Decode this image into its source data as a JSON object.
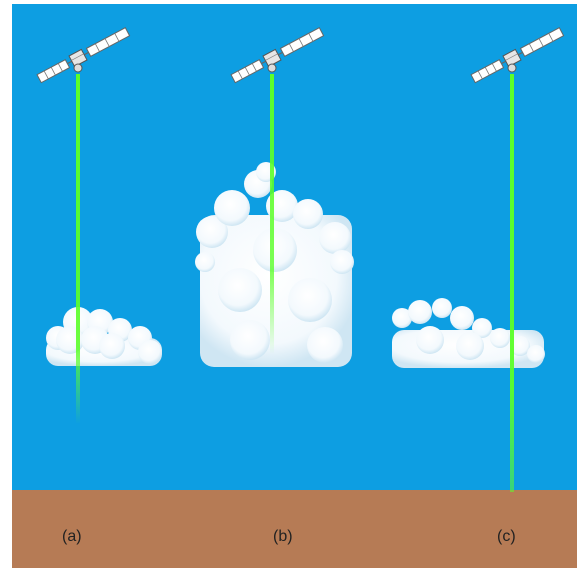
{
  "colors": {
    "sky": "#0d9ee2",
    "ground": "#b67b55",
    "beam": "#5cff2a",
    "cloud": "#ffffff",
    "cloud_shade": "#d6ecf6",
    "satellite_body": "#e8e8e8",
    "satellite_panel": "#ffffff",
    "satellite_outline": "#555555"
  },
  "panels": [
    {
      "label": "(a)",
      "beam_outcome": "attenuated-in-cloud"
    },
    {
      "label": "(b)",
      "beam_outcome": "fully-attenuated"
    },
    {
      "label": "(c)",
      "beam_outcome": "reaches-ground"
    }
  ],
  "icons": {
    "satellite": "satellite-icon",
    "cloud": "cumulus-cloud-icon"
  }
}
